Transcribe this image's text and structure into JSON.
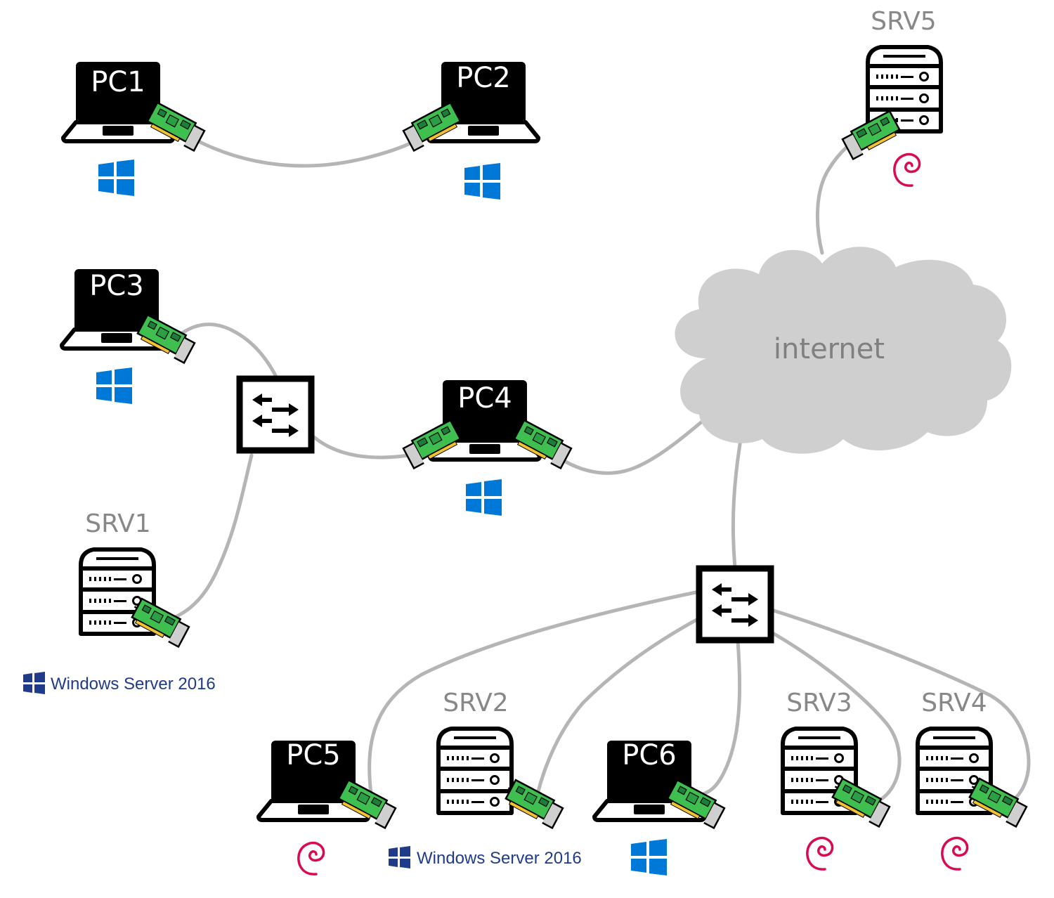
{
  "colors": {
    "link": "#b5b5b5",
    "cloud": "#cfcfcf",
    "outline": "#000000",
    "nic_green": "#39b54a",
    "nic_dark": "#1b7f3a",
    "windows_blue": "#0078d7",
    "ws_blue": "#1f3b8a",
    "debian_red": "#d70a53"
  },
  "cloud": {
    "label": "internet"
  },
  "nodes": {
    "pc1": {
      "label": "PC1",
      "os": "windows"
    },
    "pc2": {
      "label": "PC2",
      "os": "windows"
    },
    "pc3": {
      "label": "PC3",
      "os": "windows"
    },
    "pc4": {
      "label": "PC4",
      "os": "windows"
    },
    "pc5": {
      "label": "PC5",
      "os": "debian"
    },
    "pc6": {
      "label": "PC6",
      "os": "windows"
    },
    "srv1": {
      "label": "SRV1",
      "os": "windows-server-2016"
    },
    "srv2": {
      "label": "SRV2",
      "os": "windows-server-2016"
    },
    "srv3": {
      "label": "SRV3",
      "os": "debian"
    },
    "srv4": {
      "label": "SRV4",
      "os": "debian"
    },
    "srv5": {
      "label": "SRV5",
      "os": "debian"
    }
  },
  "os_labels": {
    "windows_server": "Windows Server 2016"
  },
  "icons": {
    "laptop": "laptop-icon",
    "server": "server-icon",
    "switch": "switch-icon",
    "nic": "network-card-icon",
    "windows": "windows-logo-icon",
    "debian": "debian-logo-icon",
    "cloud": "cloud-icon"
  }
}
